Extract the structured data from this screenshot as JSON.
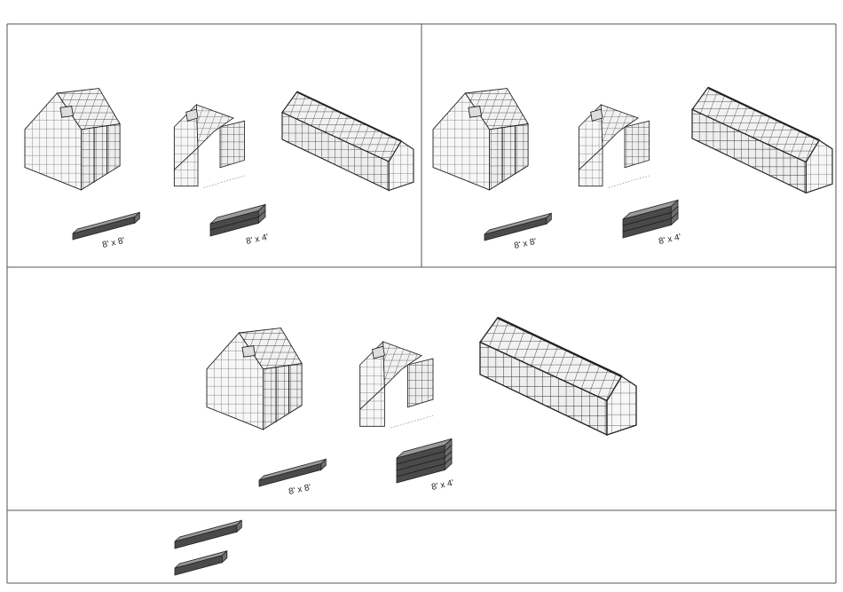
{
  "colors": {
    "line": "#222222",
    "frame": "#555555",
    "kit_top": "#9a9a9a",
    "kit_front": "#4a4a4a",
    "kit_side": "#6e6e6e"
  },
  "panels": [
    {
      "id": "a",
      "kits": [
        {
          "kind": "single",
          "label": "8' x 8'"
        },
        {
          "kind": "stack2",
          "label": "8' x 4'"
        }
      ]
    },
    {
      "id": "b",
      "kits": [
        {
          "kind": "single",
          "label": "8' x 8'"
        },
        {
          "kind": "stack3",
          "label": "8' x 4'"
        }
      ]
    },
    {
      "id": "c",
      "kits": [
        {
          "kind": "single",
          "label": "8' x 8'"
        },
        {
          "kind": "stack4",
          "label": "8' x 4'"
        }
      ]
    },
    {
      "id": "d",
      "kits": [
        {
          "kind": "long"
        },
        {
          "kind": "short"
        }
      ]
    }
  ]
}
